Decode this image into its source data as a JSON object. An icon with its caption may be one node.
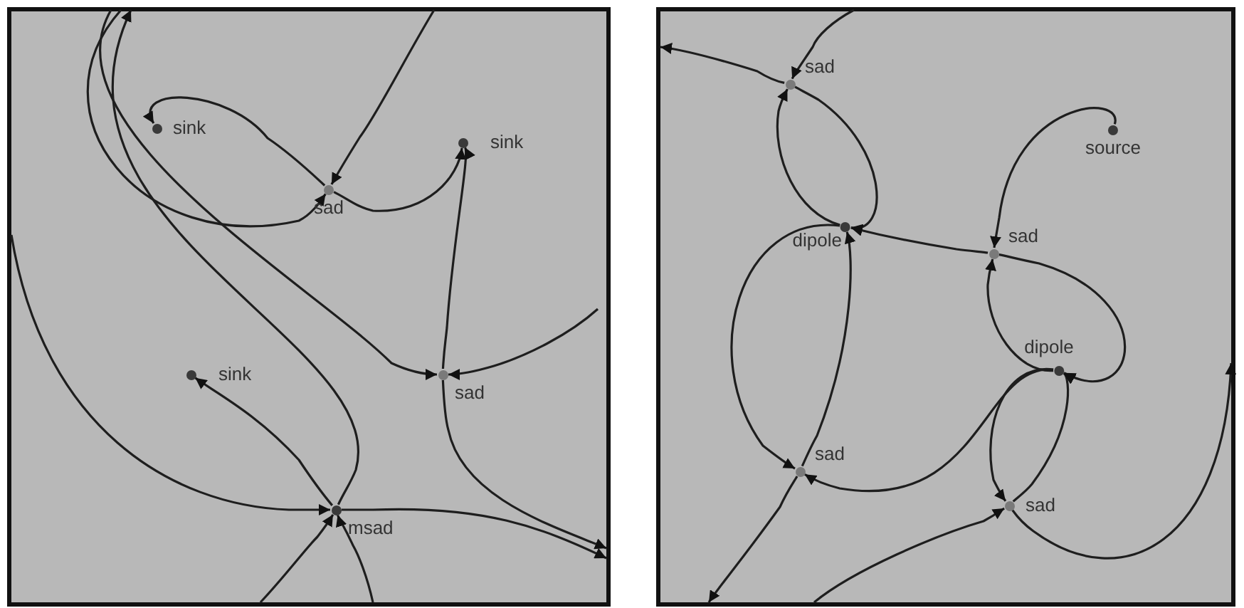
{
  "diagram": {
    "nodes": [
      {
        "text": [
          "sink"
        ]
      },
      {
        "text": [
          "sad"
        ]
      },
      {
        "text": [
          "sink"
        ]
      },
      {
        "text": [
          "sad"
        ]
      },
      {
        "text": [
          "sink"
        ]
      },
      {
        "text": [
          "msad"
        ]
      },
      {
        "text": [
          "sad"
        ]
      },
      {
        "text": [
          "source"
        ]
      },
      {
        "text": [
          "dipole"
        ]
      },
      {
        "text": [
          "sad"
        ]
      },
      {
        "text": [
          "dipole"
        ]
      },
      {
        "text": [
          "sad"
        ]
      },
      {
        "text": [
          "sad"
        ]
      }
    ],
    "edges": [
      {
        "from": 1,
        "to": 0,
        "arrow": "to"
      },
      {
        "from": null,
        "to": 1,
        "arrow": "to"
      },
      {
        "from": 1,
        "to": 2,
        "arrow": "to"
      },
      {
        "from": null,
        "to": 1,
        "arrow": "to"
      },
      {
        "from": 3,
        "to": 2,
        "arrow": "to"
      },
      {
        "from": 3,
        "to": null,
        "arrow": "to"
      },
      {
        "from": null,
        "to": 3,
        "arrow": "to"
      },
      {
        "from": null,
        "to": 3,
        "arrow": "to"
      },
      {
        "from": 5,
        "to": 4,
        "arrow": "to"
      },
      {
        "from": 5,
        "to": null,
        "arrow": "to"
      },
      {
        "from": null,
        "to": 5,
        "arrow": "to"
      },
      {
        "from": 5,
        "to": null,
        "arrow": "to"
      },
      {
        "from": null,
        "to": 5,
        "arrow": "to"
      },
      {
        "from": null,
        "to": 5,
        "arrow": "to"
      },
      {
        "from": null,
        "to": 6,
        "arrow": "to"
      },
      {
        "from": 6,
        "to": null,
        "arrow": "to"
      },
      {
        "from": 6,
        "to": 8,
        "arrow": "to"
      },
      {
        "from": 8,
        "to": 6,
        "arrow": "to"
      },
      {
        "from": 7,
        "to": 9,
        "arrow": "to"
      },
      {
        "from": 9,
        "to": 8,
        "arrow": "to"
      },
      {
        "from": 9,
        "to": 10,
        "arrow": "to"
      },
      {
        "from": 10,
        "to": 9,
        "arrow": "to"
      },
      {
        "from": 8,
        "to": 11,
        "arrow": "to"
      },
      {
        "from": 11,
        "to": 8,
        "arrow": "to"
      },
      {
        "from": 11,
        "to": null,
        "arrow": "to"
      },
      {
        "from": 10,
        "to": 11,
        "arrow": "to"
      },
      {
        "from": 10,
        "to": 12,
        "arrow": "to"
      },
      {
        "from": 12,
        "to": 10,
        "arrow": "to"
      },
      {
        "from": null,
        "to": 12,
        "arrow": "to"
      },
      {
        "from": 12,
        "to": null,
        "arrow": "to"
      }
    ]
  }
}
